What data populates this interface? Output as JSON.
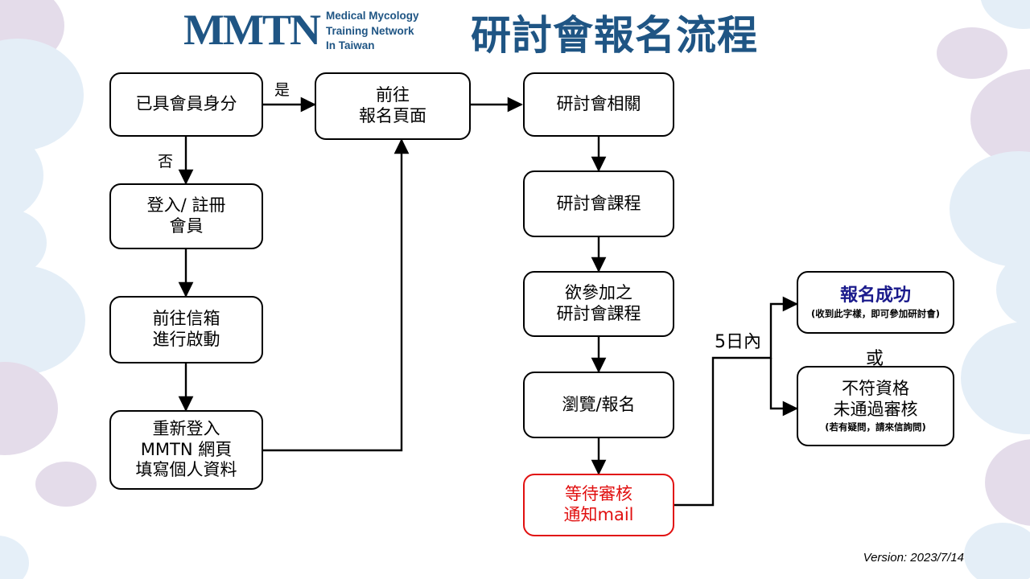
{
  "header": {
    "logo_mark": "MMTN",
    "logo_sub_line1": "Medical Mycology",
    "logo_sub_line2": "Training Network",
    "logo_sub_line3": "In Taiwan",
    "title": "研討會報名流程",
    "brand_color": "#1f5584"
  },
  "footer": {
    "version": "Version: 2023/7/14"
  },
  "colors": {
    "node_border": "#000000",
    "alert_red": "#e11010",
    "success_navy": "#1b1b8c",
    "blob_blue": "#d4e5f4",
    "blob_purple": "#dfd3e6"
  },
  "nodes": {
    "member_check": {
      "line1": "已具會員身分"
    },
    "go_register_page": {
      "line1": "前往",
      "line2": "報名頁面"
    },
    "login_register": {
      "line1": "登入/ 註冊",
      "line2": "會員"
    },
    "go_mailbox": {
      "line1": "前往信箱",
      "line2": "進行啟動"
    },
    "relogin_profile": {
      "line1": "重新登入",
      "line2": "MMTN 網頁",
      "line3": "填寫個人資料"
    },
    "seminar_related": {
      "line1": "研討會相關"
    },
    "seminar_course": {
      "line1": "研討會課程"
    },
    "desired_course": {
      "line1": "欲參加之",
      "line2": "研討會課程"
    },
    "browse_signup": {
      "line1": "瀏覽/報名"
    },
    "await_review": {
      "line1": "等待審核",
      "line2": "通知mail"
    },
    "success": {
      "line1": "報名成功",
      "note": "(收到此字樣，即可參加研討會)"
    },
    "rejected": {
      "line1": "不符資格",
      "line2": "未通過審核",
      "note": "(若有疑問，請來信詢問)"
    }
  },
  "edge_labels": {
    "yes": "是",
    "no": "否",
    "within_5_days": "5日內",
    "or": "或"
  },
  "chart_data": {
    "type": "flowchart",
    "title": "研討會報名流程",
    "nodes": [
      {
        "id": "member_check",
        "label": "已具會員身分",
        "shape": "rounded-rect",
        "style": "plain"
      },
      {
        "id": "go_register_page",
        "label": "前往 報名頁面",
        "shape": "rounded-rect",
        "style": "plain"
      },
      {
        "id": "login_register",
        "label": "登入/ 註冊 會員",
        "shape": "rounded-rect",
        "style": "plain"
      },
      {
        "id": "go_mailbox",
        "label": "前往信箱 進行啟動",
        "shape": "rounded-rect",
        "style": "plain"
      },
      {
        "id": "relogin_profile",
        "label": "重新登入 MMTN 網頁 填寫個人資料",
        "shape": "rounded-rect",
        "style": "plain"
      },
      {
        "id": "seminar_related",
        "label": "研討會相關",
        "shape": "rounded-rect",
        "style": "plain"
      },
      {
        "id": "seminar_course",
        "label": "研討會課程",
        "shape": "rounded-rect",
        "style": "plain"
      },
      {
        "id": "desired_course",
        "label": "欲參加之 研討會課程",
        "shape": "rounded-rect",
        "style": "plain"
      },
      {
        "id": "browse_signup",
        "label": "瀏覽/報名",
        "shape": "rounded-rect",
        "style": "plain"
      },
      {
        "id": "await_review",
        "label": "等待審核 通知mail",
        "shape": "rounded-rect",
        "style": "red-outline"
      },
      {
        "id": "success",
        "label": "報名成功",
        "shape": "rounded-rect",
        "style": "navy-bold"
      },
      {
        "id": "rejected",
        "label": "不符資格 未通過審核",
        "shape": "rounded-rect",
        "style": "plain"
      }
    ],
    "edges": [
      {
        "from": "member_check",
        "to": "go_register_page",
        "label": "是"
      },
      {
        "from": "member_check",
        "to": "login_register",
        "label": "否"
      },
      {
        "from": "login_register",
        "to": "go_mailbox",
        "label": ""
      },
      {
        "from": "go_mailbox",
        "to": "relogin_profile",
        "label": ""
      },
      {
        "from": "relogin_profile",
        "to": "go_register_page",
        "label": ""
      },
      {
        "from": "go_register_page",
        "to": "seminar_related",
        "label": ""
      },
      {
        "from": "seminar_related",
        "to": "seminar_course",
        "label": ""
      },
      {
        "from": "seminar_course",
        "to": "desired_course",
        "label": ""
      },
      {
        "from": "desired_course",
        "to": "browse_signup",
        "label": ""
      },
      {
        "from": "browse_signup",
        "to": "await_review",
        "label": ""
      },
      {
        "from": "await_review",
        "to": "success",
        "label": "5日內"
      },
      {
        "from": "await_review",
        "to": "rejected",
        "label": "5日內"
      }
    ]
  }
}
